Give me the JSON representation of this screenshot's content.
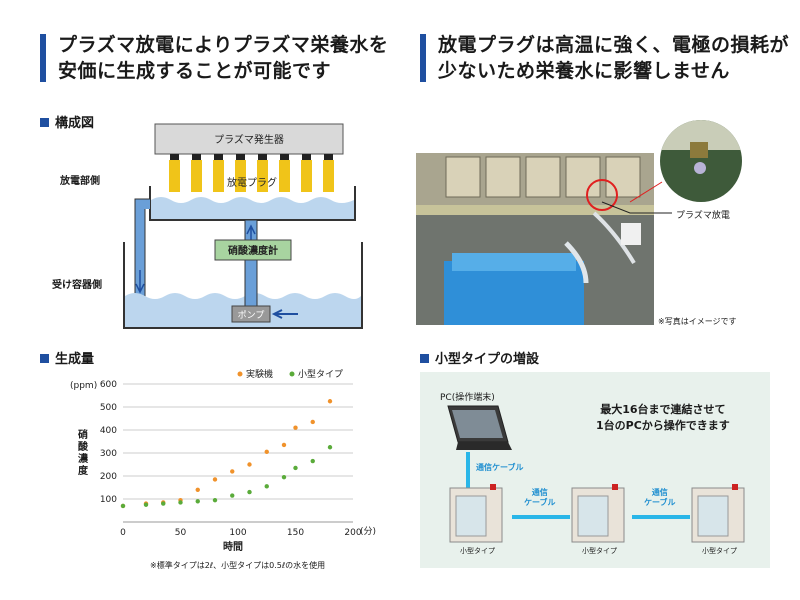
{
  "headline_left": {
    "line1": "プラズマ放電によりプラズマ栄養水を",
    "line2": "安価に生成することが可能です"
  },
  "headline_right": {
    "line1": "放電プラグは高温に強く、電極の損耗が",
    "line2": "少ないため栄養水に影響しません"
  },
  "section_structure": {
    "title": "構成図",
    "generator_label": "プラズマ発生器",
    "discharge_side": "放電部側",
    "plug_label": "放電プラグ",
    "meter_label": "硝酸濃度計",
    "receiver_side": "受け容器側",
    "pump_label": "ポンプ"
  },
  "photo": {
    "callout": "プラズマ放電",
    "note": "※写真はイメージです"
  },
  "section_production": {
    "title": "生成量"
  },
  "chart_data": {
    "type": "scatter",
    "ylabel": "(ppm)",
    "ylabel_vertical": "硝酸濃度",
    "xlabel": "時間",
    "xunit": "(分)",
    "xlim": [
      0,
      200
    ],
    "ylim": [
      0,
      600
    ],
    "xticks": [
      "0",
      "50",
      "100",
      "150",
      "200"
    ],
    "yticks": [
      "100",
      "200",
      "300",
      "400",
      "500",
      "600"
    ],
    "grid": true,
    "legend_position": "top-right",
    "series": [
      {
        "name": "実験機",
        "color": "#f0922b",
        "x": [
          0,
          20,
          35,
          50,
          65,
          80,
          95,
          110,
          125,
          140,
          150,
          165,
          180
        ],
        "y": [
          70,
          80,
          85,
          95,
          140,
          185,
          220,
          250,
          305,
          335,
          410,
          435,
          525
        ]
      },
      {
        "name": "小型タイプ",
        "color": "#5aab3a",
        "x": [
          0,
          20,
          35,
          50,
          65,
          80,
          95,
          110,
          125,
          140,
          150,
          165,
          180
        ],
        "y": [
          70,
          75,
          80,
          85,
          90,
          95,
          115,
          130,
          155,
          195,
          235,
          265,
          325
        ]
      }
    ],
    "footnote": "※標準タイプは2ℓ、小型タイプは0.5ℓの水を使用"
  },
  "section_expansion": {
    "title": "小型タイプの増設",
    "pc_label": "PC(操作端末)",
    "info_line1": "最大16台まで連結させて",
    "info_line2": "1台のPCから操作できます",
    "cable_vertical": "通信ケーブル",
    "cable1_line1": "通信",
    "cable1_line2": "ケーブル",
    "cable2_line1": "通信",
    "cable2_line2": "ケーブル",
    "unit1_label": "小型タイプ",
    "unit2_label": "小型タイプ",
    "unit3_label": "小型タイプ"
  },
  "colors": {
    "accent_blue": "#1f4fa0",
    "water_blue": "#bcd6ee",
    "plug_yellow": "#f0c419",
    "meter_green": "#a8d4a0",
    "cable_cyan": "#29b6e8",
    "panel_bg": "#e8f1ec"
  }
}
